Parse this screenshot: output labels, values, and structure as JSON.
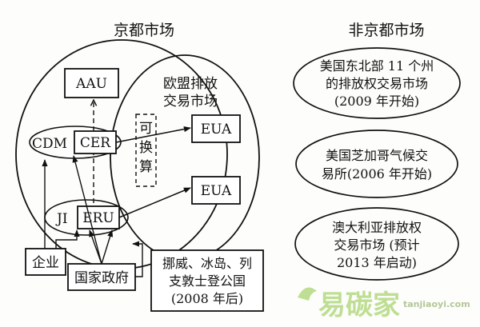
{
  "headings": {
    "beijing_market": "京都市场",
    "non_beijing_market": "非京都市场"
  },
  "kyoto": {
    "aau": "AAU",
    "cdm": "CDM",
    "cer": "CER",
    "ji": "JI",
    "eru": "ERU",
    "enterprise": "企业",
    "government": "国家政府"
  },
  "eu_market": {
    "title_line1": "欧盟排放",
    "title_line2": "交易市场",
    "convertible": [
      "可",
      "换",
      "算"
    ],
    "eua_top": "EUA",
    "eua_bottom": "EUA"
  },
  "norway_box": {
    "line1": "挪威、冰岛、列",
    "line2": "支敦士登公国",
    "line3": "(2008 年后)"
  },
  "non_kyoto": [
    {
      "line1": "美国东北部 11 个州",
      "line2": "的排放权交易市场",
      "line3": "(2009 年开始)"
    },
    {
      "line1": "美国芝加哥气候交",
      "line2": "易所(2006 年开始)",
      "line3": ""
    },
    {
      "line1": "澳大利亚排放权",
      "line2": "交易市场 (预计",
      "line3": "2013 年启动)"
    }
  ],
  "watermark": {
    "brand": "易碳家",
    "domain": "tanjiaoyi.com"
  }
}
